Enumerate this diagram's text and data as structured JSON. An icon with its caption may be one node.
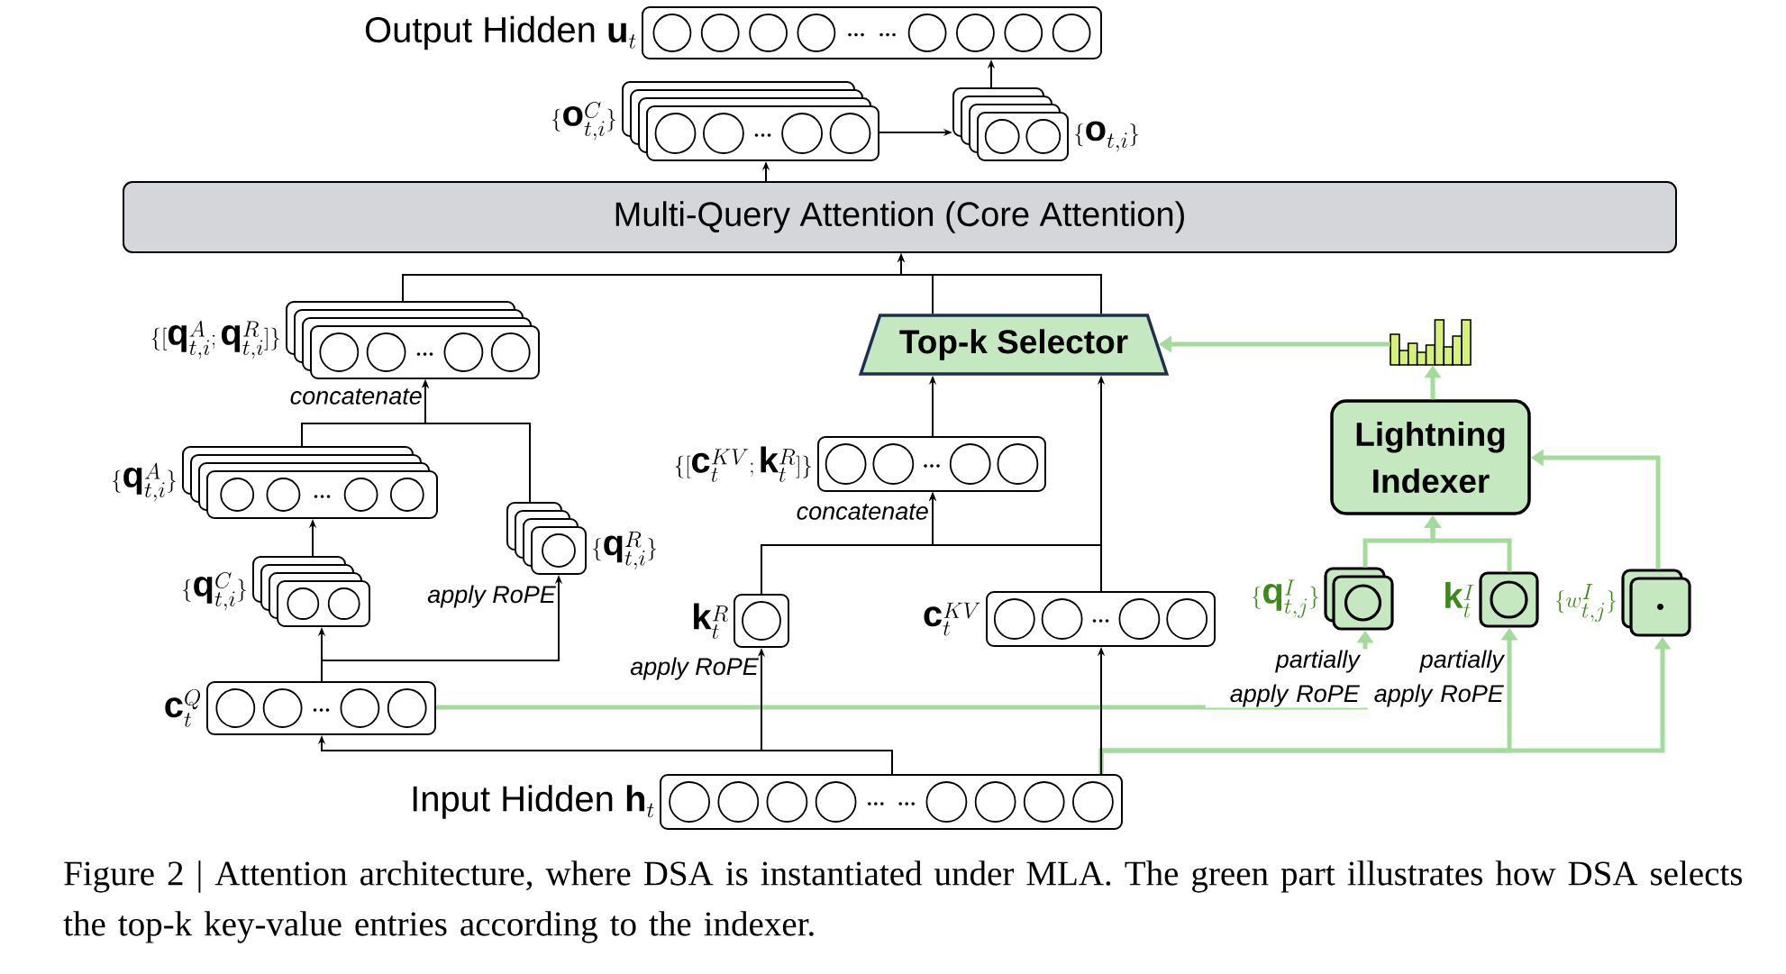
{
  "diagram": {
    "caption": "Figure 2 | Attention architecture, where DSA is instantiated under MLA. The green part illustrates how DSA selects the top-k key-value entries according to the indexer.",
    "nodes": [
      {
        "text": [
          "\\text{Output Hidden }\\mathbf{u}_t"
        ]
      },
      {
        "text": [
          "\\{\\mathbf{o}^{C}_{t,i}\\}"
        ]
      },
      {
        "text": [
          "\\{\\mathbf{o}_{t,i}\\}"
        ]
      },
      {
        "text": [
          "Multi-Query Attention (Core Attention)"
        ]
      },
      {
        "text": [
          "\\{[\\mathbf{q}^{A}_{t,i};\\mathbf{q}^{R}_{t,i}]\\}"
        ]
      },
      {
        "text": [
          "Top-k Selector"
        ]
      },
      {
        "text": [],
        "shape": "chart"
      },
      {
        "text": [
          "Lightning Indexer"
        ]
      },
      {
        "text": [
          "\\{\\mathbf{q}^{A}_{t,i}\\}"
        ]
      },
      {
        "text": [
          "\\{[\\mathbf{c}^{KV}_{t};\\mathbf{k}^{R}_{t}]\\}"
        ]
      },
      {
        "text": [
          "\\{\\mathbf{q}^{R}_{t,i}\\}"
        ]
      },
      {
        "text": [
          "\\{\\mathbf{q}^{C}_{t,i}\\}"
        ]
      },
      {
        "text": [
          "\\{\\mathbf{q}^{I}_{t,j}\\}"
        ]
      },
      {
        "text": [
          "\\mathbf{k}^{R}_{t}"
        ]
      },
      {
        "text": [
          "\\mathbf{c}^{KV}_{t}"
        ]
      },
      {
        "text": [
          "\\mathbf{k}^{I}_{t}"
        ]
      },
      {
        "text": [
          "\\{w^{I}_{t,j}\\}"
        ]
      },
      {
        "text": [
          "\\mathbf{c}^{Q}_{t}"
        ]
      },
      {
        "text": [
          "\\text{Input Hidden }\\mathbf{h}_t"
        ]
      }
    ],
    "edges": [
      {
        "from": 18,
        "to": 17,
        "arrow": "to"
      },
      {
        "from": 18,
        "to": 13,
        "arrow": "to",
        "label": "apply RoPE"
      },
      {
        "from": 18,
        "to": 14,
        "arrow": "to"
      },
      {
        "from": 18,
        "to": 15,
        "arrow": "to",
        "label": "partially apply RoPE",
        "style": "thick",
        "color": "#a3dc9a"
      },
      {
        "from": 18,
        "to": 16,
        "arrow": "to",
        "style": "thick",
        "color": "#a3dc9a"
      },
      {
        "from": 17,
        "to": 11,
        "arrow": "to"
      },
      {
        "from": 17,
        "to": 10,
        "arrow": "to",
        "label": "apply RoPE"
      },
      {
        "from": 17,
        "to": 12,
        "arrow": "to",
        "label": "partially apply RoPE",
        "style": "thick",
        "color": "#a3dc9a"
      },
      {
        "from": 11,
        "to": 8,
        "arrow": "to"
      },
      {
        "from": 8,
        "to": 4,
        "arrow": "to",
        "label": "concatenate"
      },
      {
        "from": 10,
        "to": 4,
        "arrow": "to"
      },
      {
        "from": 4,
        "to": 3,
        "arrow": "to"
      },
      {
        "from": 5,
        "to": 3,
        "arrow": "to"
      },
      {
        "from": 9,
        "to": 5,
        "arrow": "to"
      },
      {
        "from": 14,
        "to": 5,
        "arrow": "to"
      },
      {
        "from": 13,
        "to": 9,
        "arrow": "to",
        "label": "concatenate"
      },
      {
        "from": 14,
        "to": 9,
        "arrow": "to"
      },
      {
        "from": 12,
        "to": 7,
        "arrow": "to",
        "style": "thick",
        "color": "#a3dc9a"
      },
      {
        "from": 15,
        "to": 7,
        "arrow": "to",
        "style": "thick",
        "color": "#a3dc9a"
      },
      {
        "from": 16,
        "to": 7,
        "arrow": "to",
        "style": "thick",
        "color": "#a3dc9a"
      },
      {
        "from": 7,
        "to": 6,
        "arrow": "to",
        "style": "thick",
        "color": "#a3dc9a"
      },
      {
        "from": 6,
        "to": 5,
        "arrow": "to",
        "style": "thick",
        "color": "#a3dc9a"
      },
      {
        "from": 3,
        "to": 1,
        "arrow": "to"
      },
      {
        "from": 1,
        "to": 2,
        "arrow": "to"
      },
      {
        "from": 2,
        "to": 0,
        "arrow": "to"
      }
    ]
  }
}
